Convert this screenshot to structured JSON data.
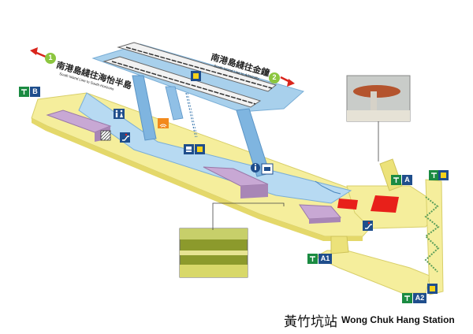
{
  "station": {
    "name_zh": "黃竹坑站",
    "name_en": "Wong Chuk Hang Station"
  },
  "platforms": [
    {
      "number": "1",
      "direction_zh": "南港島綫往海怡半島",
      "direction_en": "South Island Line to South Horizons"
    },
    {
      "number": "2",
      "direction_zh": "南港島綫往金鐘",
      "direction_en": "South Island Line to Admiralty"
    }
  ],
  "exits": [
    {
      "label": "B"
    },
    {
      "label": "A"
    },
    {
      "label": "A1"
    },
    {
      "label": "A2"
    }
  ],
  "icons": [
    "exit-icon",
    "toilet-icon",
    "wifi-icon",
    "lift-icon",
    "ticket-machine-icon",
    "information-icon",
    "escalator-icon",
    "wheelchair-icon"
  ],
  "colors": {
    "concourse": "#f5ee9c",
    "platform": "#a8d0ec",
    "shop": "#c8a8d4",
    "train": "#f2f2f2",
    "red_area": "#e8201a",
    "exit_green": "#1b8b42",
    "exit_blue": "#1f4e8c",
    "platform_number": "#8cc63f",
    "arrow": "#d9251c"
  }
}
